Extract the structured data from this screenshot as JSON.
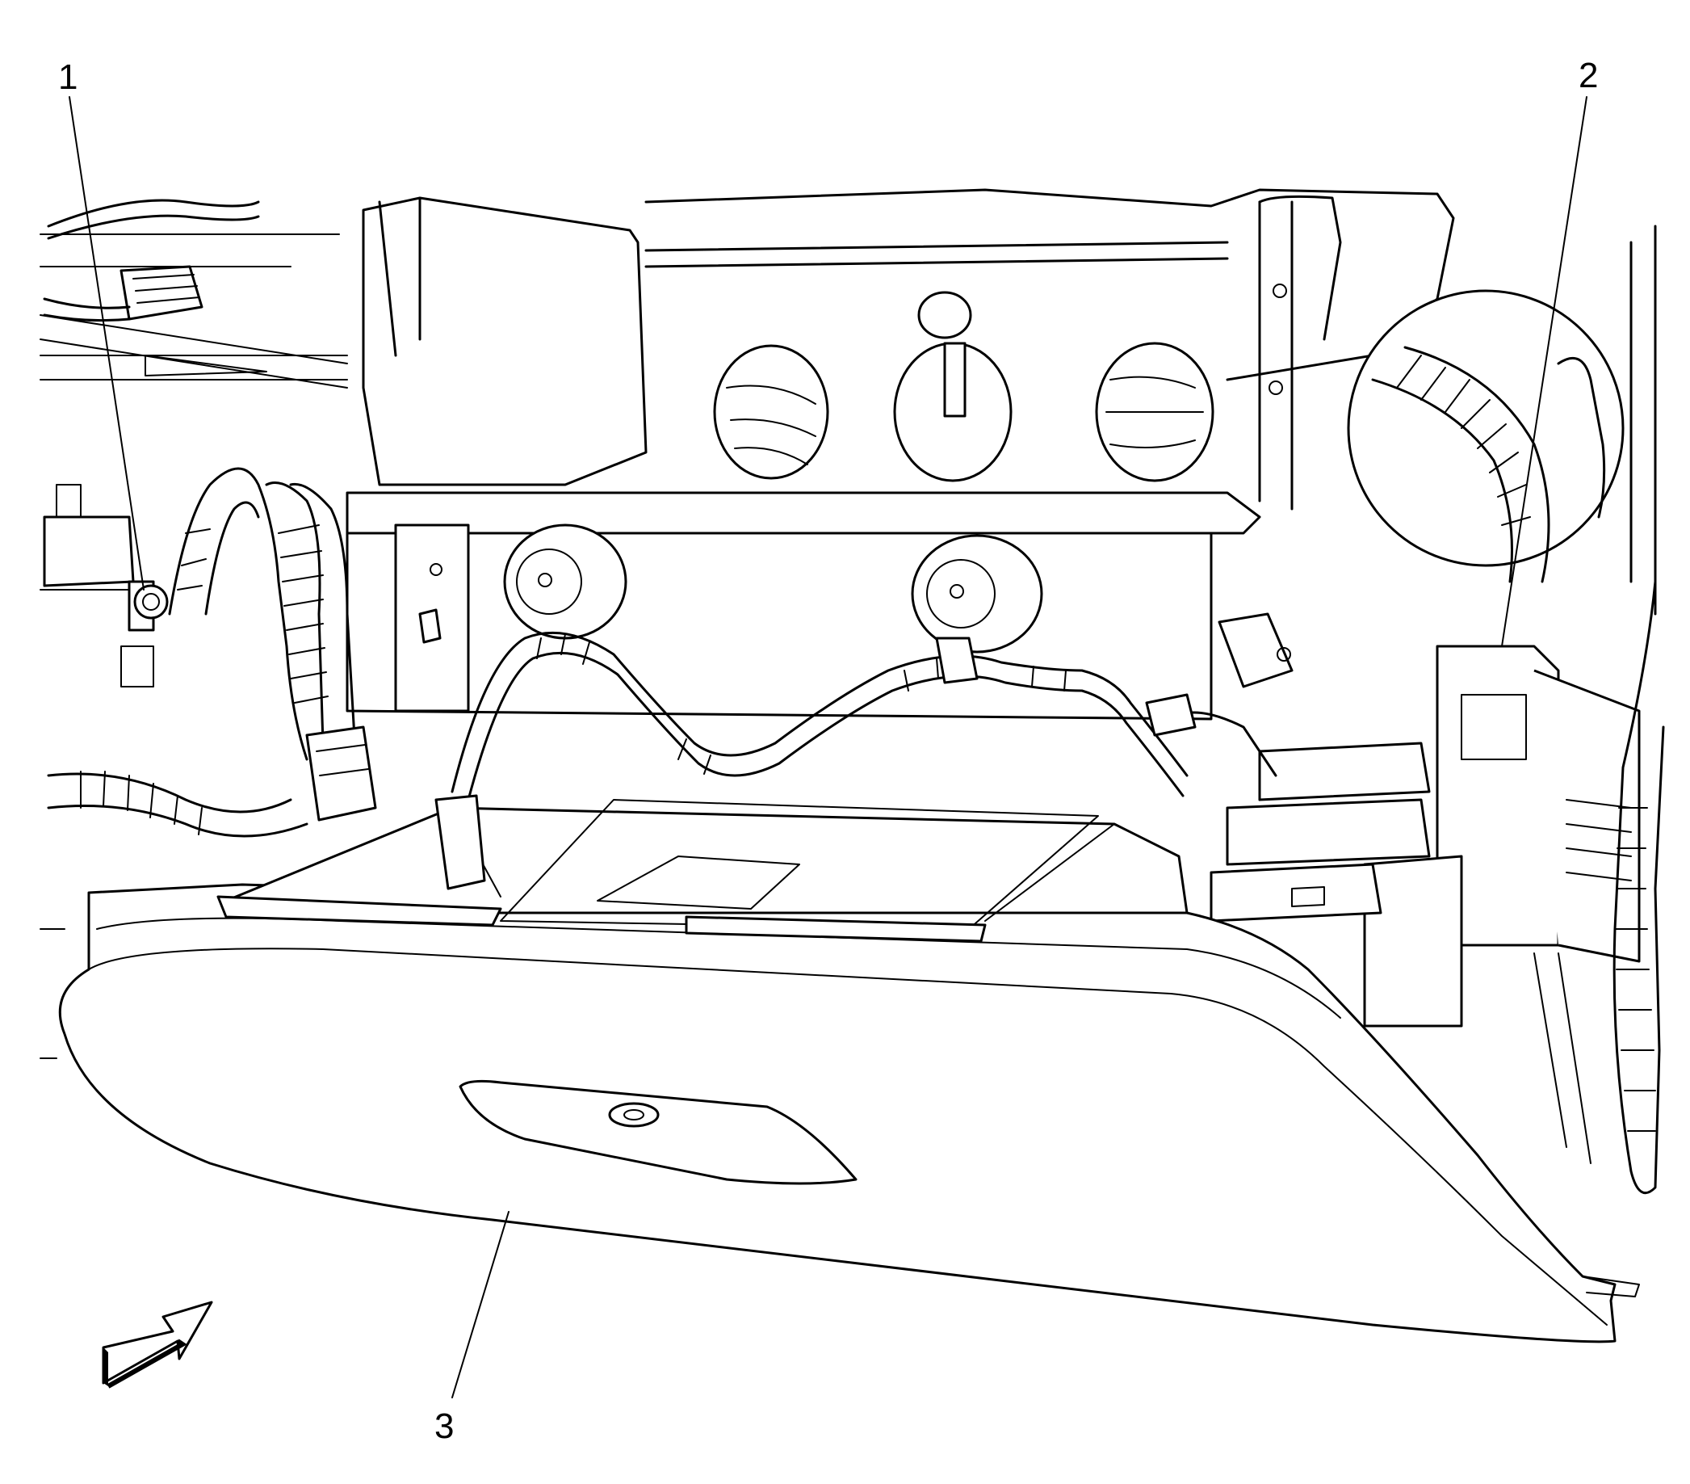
{
  "callouts": [
    {
      "id": "1",
      "text": "1"
    },
    {
      "id": "2",
      "text": "2"
    },
    {
      "id": "3",
      "text": "3"
    }
  ],
  "view_arrow_icon": "view-direction-arrow"
}
